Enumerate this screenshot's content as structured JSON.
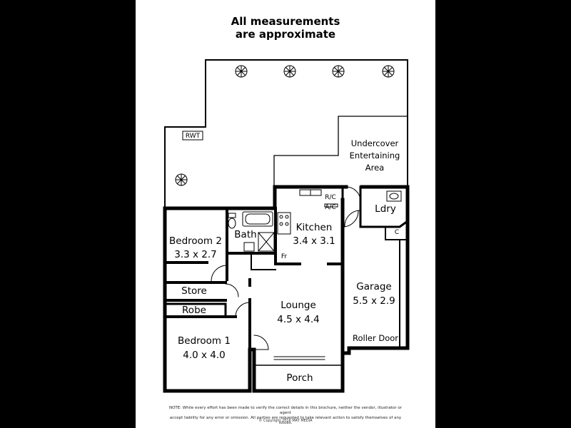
{
  "header": {
    "line1": "All measurements",
    "line2": "are approximate"
  },
  "rooms": {
    "rwt": "RWT",
    "entertaining_line1": "Undercover",
    "entertaining_line2": "Entertaining",
    "entertaining_line3": "Area",
    "rc_label": "R/C",
    "ac_label": "A/C",
    "laundry": "Ldry",
    "cupboard": "C",
    "bath": "Bath",
    "kitchen_name": "Kitchen",
    "kitchen_size": "3.4 x 3.1",
    "fridge": "Fr",
    "bedroom2_name": "Bedroom 2",
    "bedroom2_size": "3.3 x 2.7",
    "store": "Store",
    "robe": "Robe",
    "lounge_name": "Lounge",
    "lounge_size": "4.5 x 4.4",
    "garage_name": "Garage",
    "garage_size": "5.5 x 2.9",
    "roller_door": "Roller Door",
    "bedroom1_name": "Bedroom 1",
    "bedroom1_size": "4.0 x 4.0",
    "porch": "Porch"
  },
  "footer": {
    "disclaimer_line1": "NOTE: While every effort has been made to verify the correct details in this brochure, neither the vendor, illustrator or agent",
    "disclaimer_line2": "accept liability for any error or omission. All parties are requested to take relevant action to satisfy themselves of any issues.",
    "copyright": "© Copyright 2016 MAY MEDIA"
  },
  "colors": {
    "background": "#000000",
    "sheet": "#ffffff",
    "walls": "#000000"
  },
  "icons": [
    "plant-icon",
    "toilet-icon",
    "bathtub-icon",
    "basin-icon",
    "shower-icon",
    "stove-icon",
    "sink-icon",
    "trough-icon"
  ]
}
